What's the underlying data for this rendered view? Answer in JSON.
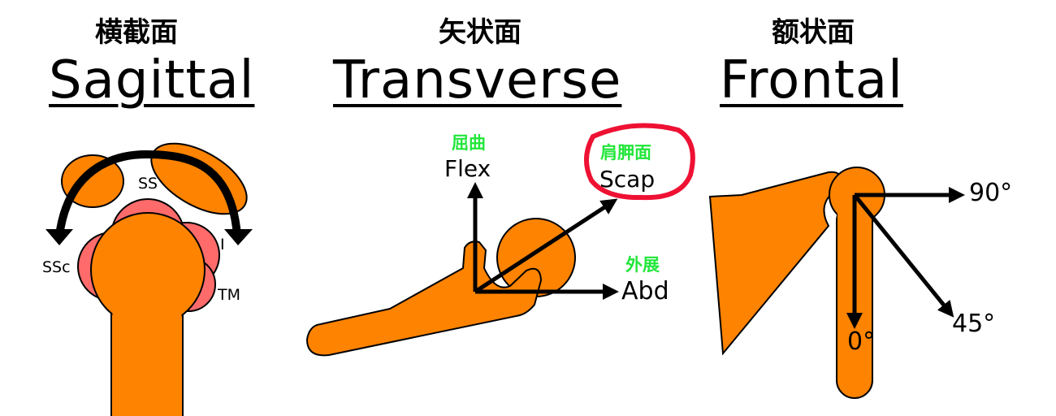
{
  "colors": {
    "bone": "#fe8300",
    "muscle": "#ff6b6b",
    "outline": "#000000",
    "chinese_label": "#22e63a",
    "highlight_circle": "#ee1133"
  },
  "panels": [
    {
      "id": "sagittal",
      "title_cn": "横截面",
      "title_en": "Sagittal",
      "labels": {
        "top": "SS",
        "left": "SSc",
        "right_upper": "I",
        "right_lower": "TM"
      }
    },
    {
      "id": "transverse",
      "title_cn": "矢状面",
      "title_en": "Transverse",
      "axes": [
        {
          "cn": "屈曲",
          "en": "Flex"
        },
        {
          "cn": "肩胛面",
          "en": "Scap",
          "highlighted": true
        },
        {
          "cn": "外展",
          "en": "Abd"
        }
      ]
    },
    {
      "id": "frontal",
      "title_cn": "额状面",
      "title_en": "Frontal",
      "angles": [
        "90°",
        "45°",
        "0°"
      ]
    }
  ]
}
